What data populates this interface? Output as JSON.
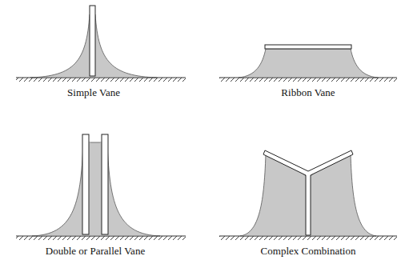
{
  "diagram": {
    "labels": [
      "Simple Vane",
      "Ribbon Vane",
      "Double or Parallel Vane",
      "Complex Combination"
    ]
  }
}
